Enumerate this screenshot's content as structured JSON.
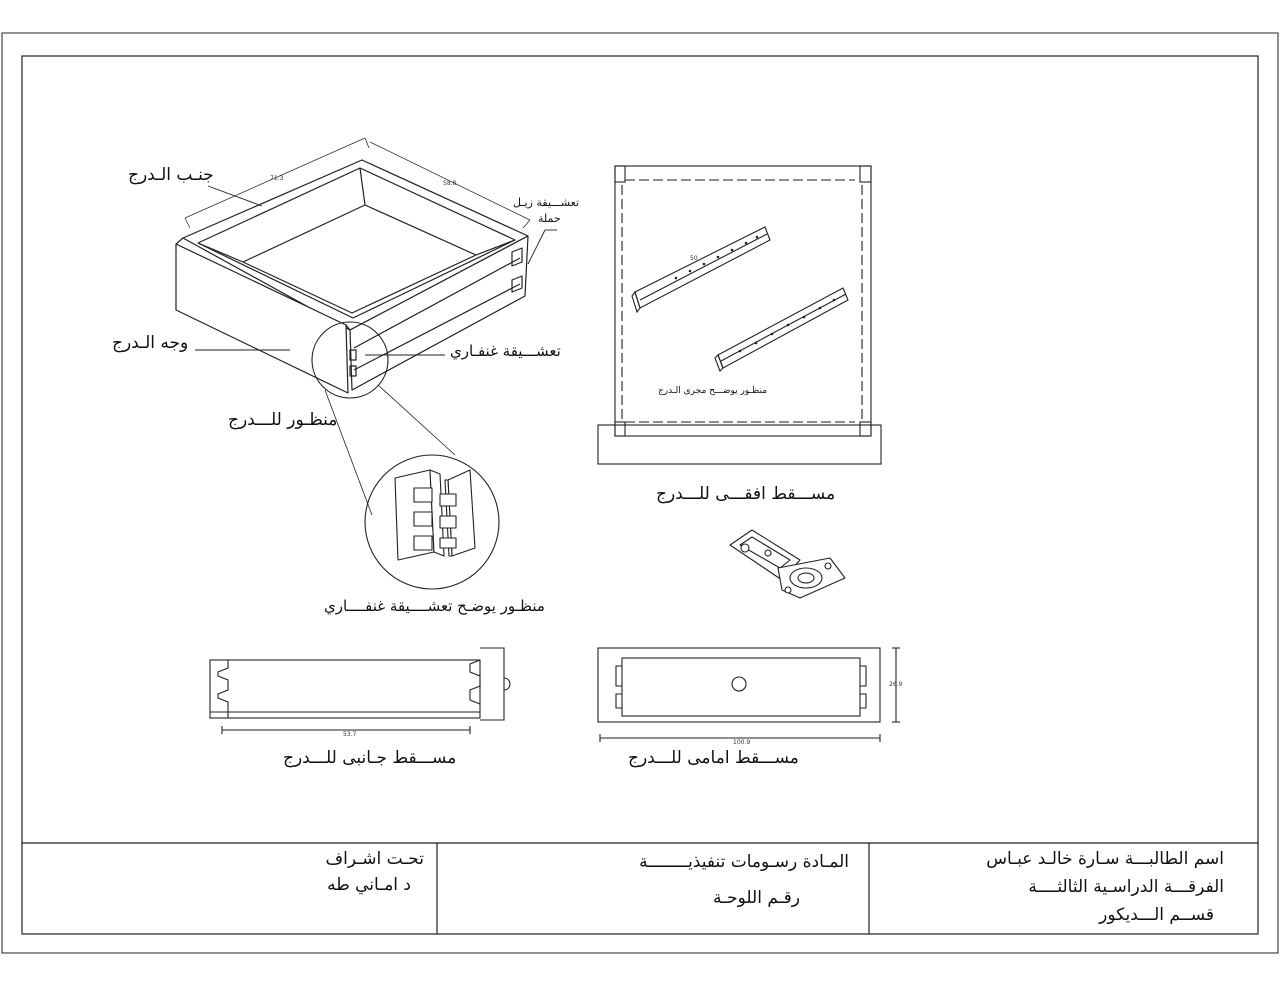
{
  "labels": {
    "drawer_side": "جنـب الـدرج",
    "slide_groove": "تعشـــيقة زيـل",
    "slide_groove_2": "حملة",
    "drawer_face": "وجه الـدرج",
    "dovetail_joint": "تعشـــيقة غنفـاري",
    "perspective": "منظـور للـــدرج",
    "dovetail_detail": "منظـور يوضـح  تعشــــيقة غنفــــاري",
    "plan_view": "مســـقط افقـــى للـــدرج",
    "runner_view": "منظـور يوضـــح مجرى الـدرج",
    "side_view": "مســـقط جـانبى للـــدرج",
    "front_view": "مســـقط امامى للـــدرج"
  },
  "dimensions": {
    "d1": "71.3",
    "d2": "58.8",
    "d3": "50",
    "d4": "53.7",
    "d5": "100.9",
    "d6": "26.9"
  },
  "title_block": {
    "student": "اسم الطالبـــة سـارة خالـد عبـاس",
    "year": "الفرقـــة الدراسـية الثالثــــة",
    "department": "قســم الـــديكور",
    "subject": "المـادة رسـومات تنفيذيــــــــة",
    "sheet_number": "رقـم اللوحـة",
    "supervision": "تحـت اشـراف",
    "supervisor": "د امـاني طه"
  }
}
